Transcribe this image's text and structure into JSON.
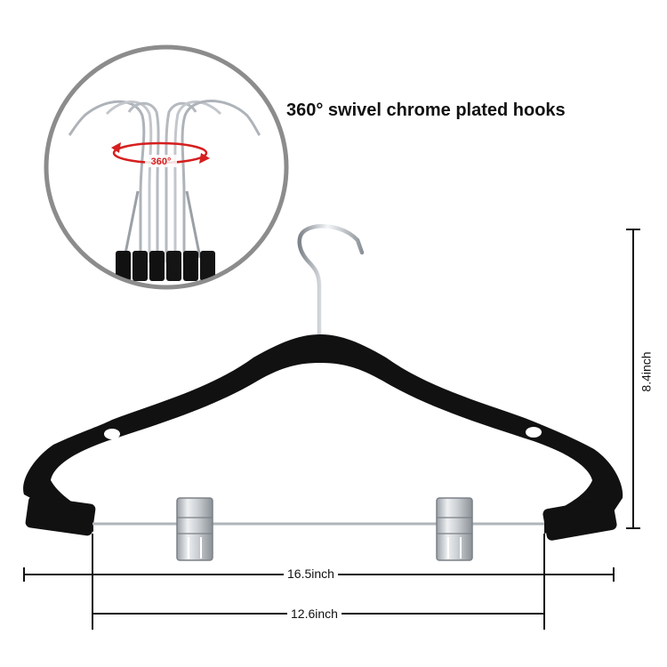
{
  "callout": {
    "text": "360° swivel chrome plated hooks"
  },
  "swivel_badge": "360°",
  "dimensions": {
    "overall_width": "16.5inch",
    "bar_width": "12.6inch",
    "height": "8.4inch"
  },
  "colors": {
    "velvet": "#111111",
    "chrome": "#b8bcc2",
    "arrow": "#d61f1f",
    "lens_ring": "#8c8c8c"
  }
}
